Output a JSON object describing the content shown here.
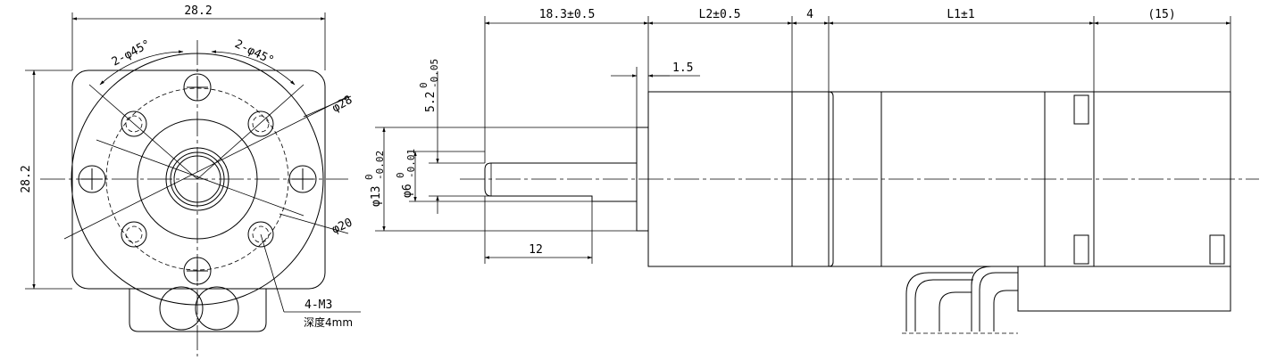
{
  "front_view": {
    "width_label": "28.2",
    "height_label": "28.2",
    "hole_angle_left": "2-φ45°",
    "hole_angle_right": "2-φ45°",
    "outer_circle_label": "φ28",
    "inner_circle_label": "φ20",
    "thread_label": "4-M3",
    "depth_label": "深度4mm"
  },
  "side_view": {
    "shaft_length_label": "18.3±0.5",
    "l2_label": "L2±0.5",
    "gap_label": "4",
    "l1_label": "L1±1",
    "tail_label": "(15)",
    "shoulder_label": "1.5",
    "flat_label": "5.2",
    "flat_tol": "-0.05",
    "flat_tol_upper": "0",
    "boss_label": "φ13",
    "boss_tol": "-0.02",
    "boss_tol_upper": "0",
    "shaft_dia_label": "φ6",
    "shaft_dia_tol": "-0.01",
    "shaft_dia_tol_upper": "0",
    "flat_length_label": "12"
  }
}
